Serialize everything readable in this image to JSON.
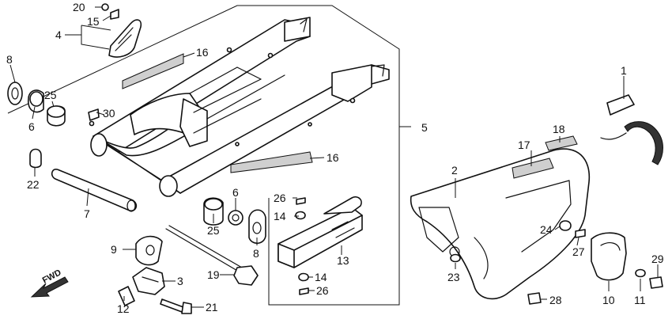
{
  "fwd_label": "FWD",
  "callouts": {
    "c1": "1",
    "c2": "2",
    "c3": "3",
    "c4": "4",
    "c5": "5",
    "c6a": "6",
    "c6b": "6",
    "c7": "7",
    "c8a": "8",
    "c8b": "8",
    "c9": "9",
    "c10": "10",
    "c11": "11",
    "c12": "12",
    "c13": "13",
    "c14a": "14",
    "c14b": "14",
    "c15": "15",
    "c16a": "16",
    "c16b": "16",
    "c17": "17",
    "c18": "18",
    "c19": "19",
    "c20": "20",
    "c21": "21",
    "c22": "22",
    "c23": "23",
    "c24": "24",
    "c25a": "25",
    "c25b": "25",
    "c26a": "26",
    "c26b": "26",
    "c27": "27",
    "c28": "28",
    "c29": "29",
    "c30": "30"
  }
}
